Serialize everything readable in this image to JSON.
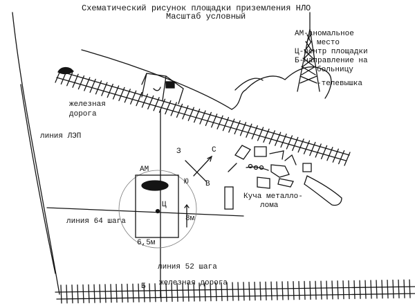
{
  "title": "Схематический рисунок площадки приземления НЛО",
  "subtitle": "Масштаб условный",
  "legend": {
    "am": "АМ-аномальное",
    "am_cont": "место",
    "c": "Ц-центр площадки",
    "b": "Б-направление на",
    "b_cont": "больницу",
    "tower": "-телевышка"
  },
  "labels": {
    "railway_top_1": "железная",
    "railway_top_2": "дорога",
    "power_line": "линия ЛЭП",
    "am": "АМ",
    "center": "Ц",
    "dim_width": "6,5м",
    "dim_height": "8м",
    "line_64": "линия 64 шага",
    "line_52": "линия 52 шага",
    "scrap_1": "Куча металло-",
    "scrap_2": "лома",
    "railway_bottom": "железная   дорога",
    "b_point": "Б"
  },
  "compass": {
    "w": "З",
    "n": "С",
    "s": "Ю",
    "e": "В"
  },
  "colors": {
    "ink": "#141414",
    "paper": "#ffffff"
  }
}
